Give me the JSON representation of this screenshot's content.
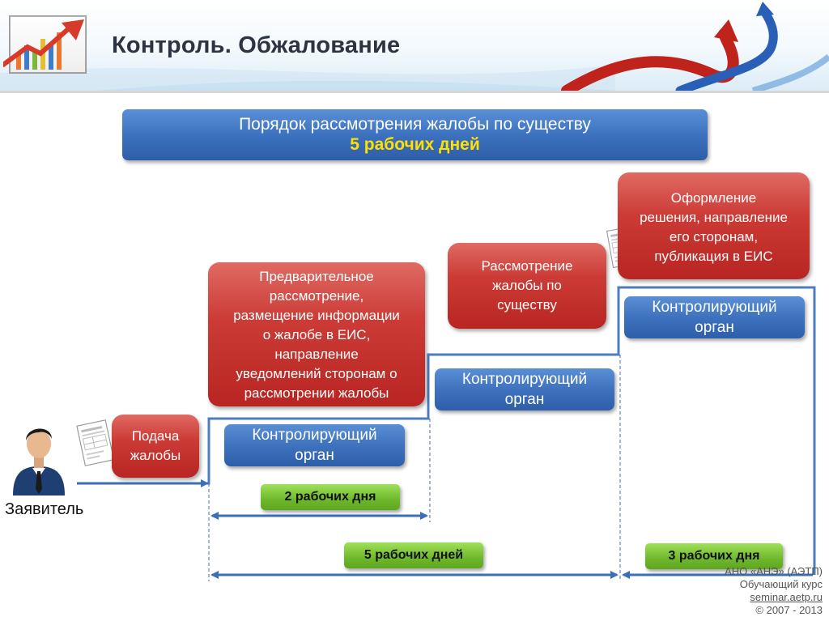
{
  "header": {
    "title": "Контроль. Обжалование"
  },
  "banner": {
    "line1": "Порядок рассмотрения жалобы по существу",
    "line2": "5 рабочих дней"
  },
  "steps": {
    "submit": {
      "lines": [
        "Подача",
        "жалобы"
      ]
    },
    "preliminary": {
      "lines": [
        "Предварительное",
        "рассмотрение,",
        "размещение информации",
        "о жалобе в ЕИС,",
        "направление",
        "уведомлений сторонам о",
        "рассмотрении жалобы"
      ]
    },
    "merits": {
      "lines": [
        "Рассмотрение",
        "жалобы по",
        "существу"
      ]
    },
    "decision": {
      "lines": [
        "Оформление",
        "решения, направление",
        "его сторонам,",
        "публикация в ЕИС"
      ]
    }
  },
  "bodies": {
    "b1": {
      "lines": [
        "Контролирующий",
        "орган"
      ]
    },
    "b2": {
      "lines": [
        "Контролирующий",
        "орган"
      ]
    },
    "b3": {
      "lines": [
        "Контролирующий",
        "орган"
      ]
    }
  },
  "durations": {
    "d1": "2 рабочих дня",
    "d2": "5 рабочих дней",
    "d3": "3 рабочих дня"
  },
  "applicant": {
    "label": "Заявитель"
  },
  "footer": {
    "org": "АНО «АНЭ» (АЭТП)",
    "course": "Обучающий курс",
    "site": "seminar.aetp.ru",
    "copyright": "© 2007 - 2013"
  },
  "colors": {
    "red": "#c9302c",
    "blue": "#3a6fbd",
    "green": "#6fb82c",
    "yellow": "#ffe000",
    "line": "#3b6fb8"
  },
  "icons": {
    "logo": "chart-arrow-icon",
    "person": "user-icon",
    "document": "document-icon"
  }
}
